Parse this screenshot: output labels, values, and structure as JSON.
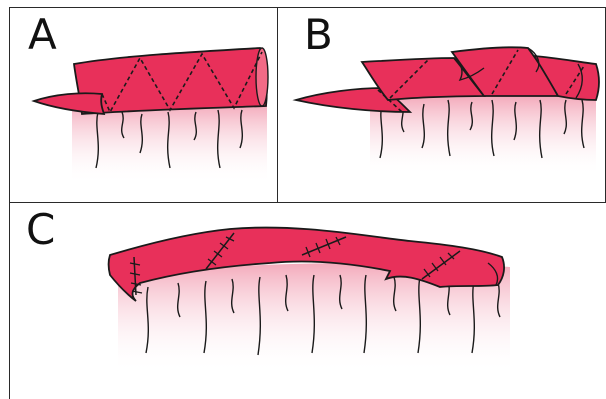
{
  "panels": [
    {
      "label": "A"
    },
    {
      "label": "B"
    },
    {
      "label": "C"
    }
  ],
  "colors": {
    "tissue": "#e8305a",
    "tissue_light": "#f26a86",
    "outline": "#1a1a1a",
    "fade": "#f4b7c4"
  }
}
